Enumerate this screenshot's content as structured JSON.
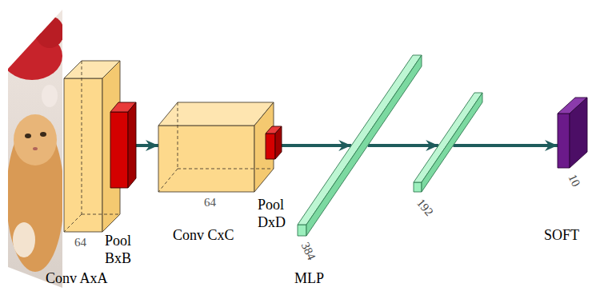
{
  "diagram": {
    "nodes": [
      {
        "text": [
          "64",
          "Conv AxA"
        ]
      },
      {
        "text": [
          "Pool BxB"
        ]
      },
      {
        "text": [
          "64",
          "Conv CxC"
        ]
      },
      {
        "text": [
          "Pool DxD"
        ]
      },
      {
        "text": [
          "384"
        ]
      },
      {
        "text": [
          "192"
        ]
      },
      {
        "text": [
          "10",
          "SOFT"
        ]
      }
    ],
    "edges": [
      {
        "from": 1,
        "to": 2,
        "arrow": "to"
      },
      {
        "from": 3,
        "to": 4,
        "arrow": "to"
      },
      {
        "from": 4,
        "to": 5,
        "arrow": "to"
      },
      {
        "from": 5,
        "to": 6,
        "arrow": "to"
      }
    ],
    "labels": [
      "MLP"
    ]
  }
}
